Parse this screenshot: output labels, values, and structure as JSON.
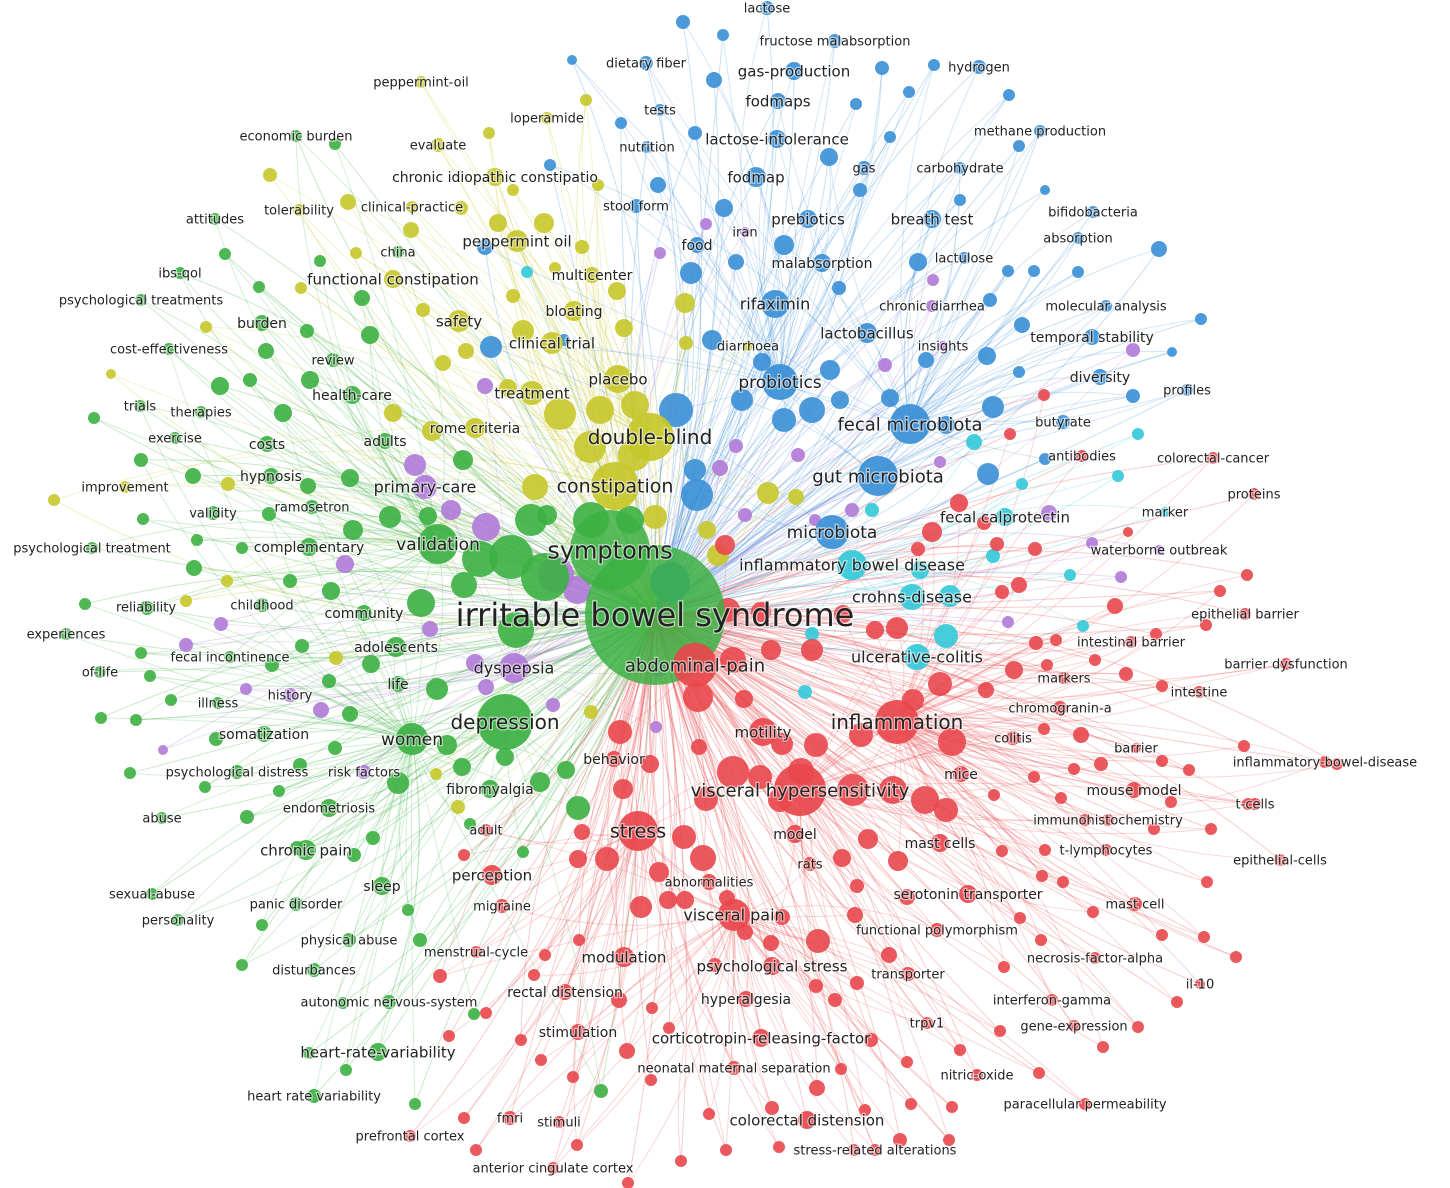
{
  "clusters": {
    "red": {
      "color": "#e8474c"
    },
    "green": {
      "color": "#3cb043"
    },
    "blue": {
      "color": "#3a8fd6"
    },
    "yellow": {
      "color": "#c7c72a"
    },
    "purple": {
      "color": "#b07ad8"
    },
    "cyan": {
      "color": "#33c9d9"
    }
  },
  "terms": [
    {
      "label": "irritable bowel syndrome",
      "cluster": "green"
    },
    {
      "label": "symptoms",
      "cluster": "green"
    },
    {
      "label": "double-blind",
      "cluster": "yellow"
    },
    {
      "label": "constipation",
      "cluster": "yellow"
    },
    {
      "label": "depression",
      "cluster": "green"
    },
    {
      "label": "abdominal-pain",
      "cluster": "red"
    },
    {
      "label": "inflammation",
      "cluster": "red"
    },
    {
      "label": "visceral hypersensitivity",
      "cluster": "red"
    },
    {
      "label": "stress",
      "cluster": "red"
    },
    {
      "label": "gut microbiota",
      "cluster": "blue"
    },
    {
      "label": "fecal microbiota",
      "cluster": "blue"
    },
    {
      "label": "microbiota",
      "cluster": "blue"
    },
    {
      "label": "probiotics",
      "cluster": "blue"
    },
    {
      "label": "inflammatory bowel disease",
      "cluster": "cyan"
    },
    {
      "label": "crohns-disease",
      "cluster": "cyan"
    },
    {
      "label": "ulcerative-colitis",
      "cluster": "cyan"
    },
    {
      "label": "fecal calprotectin",
      "cluster": "cyan"
    },
    {
      "label": "validation",
      "cluster": "green"
    },
    {
      "label": "women",
      "cluster": "green"
    },
    {
      "label": "primary-care",
      "cluster": "purple"
    },
    {
      "label": "dyspepsia",
      "cluster": "purple"
    },
    {
      "label": "motility",
      "cluster": "red"
    },
    {
      "label": "visceral pain",
      "cluster": "red"
    },
    {
      "label": "rifaximin",
      "cluster": "blue"
    },
    {
      "label": "placebo",
      "cluster": "yellow"
    },
    {
      "label": "treatment",
      "cluster": "yellow"
    },
    {
      "label": "rome criteria",
      "cluster": "yellow"
    },
    {
      "label": "clinical trial",
      "cluster": "yellow"
    },
    {
      "label": "safety",
      "cluster": "yellow"
    },
    {
      "label": "bloating",
      "cluster": "yellow"
    },
    {
      "label": "peppermint oil",
      "cluster": "yellow"
    },
    {
      "label": "functional constipation",
      "cluster": "yellow"
    },
    {
      "label": "multicenter",
      "cluster": "yellow"
    },
    {
      "label": "chronic idiopathic constipatio",
      "cluster": "yellow"
    },
    {
      "label": "loperamide",
      "cluster": "yellow"
    },
    {
      "label": "peppermint-oil",
      "cluster": "yellow"
    },
    {
      "label": "evaluate",
      "cluster": "yellow"
    },
    {
      "label": "tolerability",
      "cluster": "yellow"
    },
    {
      "label": "clinical-practice",
      "cluster": "yellow"
    },
    {
      "label": "improvement",
      "cluster": "yellow"
    },
    {
      "label": "lactose",
      "cluster": "blue"
    },
    {
      "label": "fructose malabsorption",
      "cluster": "blue"
    },
    {
      "label": "dietary fiber",
      "cluster": "blue"
    },
    {
      "label": "gas-production",
      "cluster": "blue"
    },
    {
      "label": "hydrogen",
      "cluster": "blue"
    },
    {
      "label": "fodmaps",
      "cluster": "blue"
    },
    {
      "label": "tests",
      "cluster": "blue"
    },
    {
      "label": "lactose-intolerance",
      "cluster": "blue"
    },
    {
      "label": "methane production",
      "cluster": "blue"
    },
    {
      "label": "nutrition",
      "cluster": "blue"
    },
    {
      "label": "gas",
      "cluster": "blue"
    },
    {
      "label": "carbohydrate",
      "cluster": "blue"
    },
    {
      "label": "fodmap",
      "cluster": "blue"
    },
    {
      "label": "stool form",
      "cluster": "blue"
    },
    {
      "label": "prebiotics",
      "cluster": "blue"
    },
    {
      "label": "breath test",
      "cluster": "blue"
    },
    {
      "label": "bifidobacteria",
      "cluster": "blue"
    },
    {
      "label": "iran",
      "cluster": "purple"
    },
    {
      "label": "absorption",
      "cluster": "blue"
    },
    {
      "label": "food",
      "cluster": "blue"
    },
    {
      "label": "lactulose",
      "cluster": "blue"
    },
    {
      "label": "malabsorption",
      "cluster": "blue"
    },
    {
      "label": "chronic diarrhea",
      "cluster": "purple"
    },
    {
      "label": "molecular analysis",
      "cluster": "blue"
    },
    {
      "label": "lactobacillus",
      "cluster": "blue"
    },
    {
      "label": "temporal stability",
      "cluster": "blue"
    },
    {
      "label": "diarrhoea",
      "cluster": "yellow"
    },
    {
      "label": "insights",
      "cluster": "purple"
    },
    {
      "label": "diversity",
      "cluster": "blue"
    },
    {
      "label": "profiles",
      "cluster": "blue"
    },
    {
      "label": "butyrate",
      "cluster": "blue"
    },
    {
      "label": "antibodies",
      "cluster": "red"
    },
    {
      "label": "colorectal-cancer",
      "cluster": "red"
    },
    {
      "label": "proteins",
      "cluster": "red"
    },
    {
      "label": "marker",
      "cluster": "cyan"
    },
    {
      "label": "waterborne outbreak",
      "cluster": "purple"
    },
    {
      "label": "epithelial barrier",
      "cluster": "red"
    },
    {
      "label": "intestinal barrier",
      "cluster": "red"
    },
    {
      "label": "barrier dysfunction",
      "cluster": "red"
    },
    {
      "label": "markers",
      "cluster": "red"
    },
    {
      "label": "intestine",
      "cluster": "red"
    },
    {
      "label": "chromogranin-a",
      "cluster": "red"
    },
    {
      "label": "colitis",
      "cluster": "red"
    },
    {
      "label": "barrier",
      "cluster": "red"
    },
    {
      "label": "inflammatory-bowel-disease",
      "cluster": "red"
    },
    {
      "label": "mice",
      "cluster": "red"
    },
    {
      "label": "mouse model",
      "cluster": "red"
    },
    {
      "label": "t-cells",
      "cluster": "red"
    },
    {
      "label": "immunohistochemistry",
      "cluster": "red"
    },
    {
      "label": "mast cells",
      "cluster": "red"
    },
    {
      "label": "t-lymphocytes",
      "cluster": "red"
    },
    {
      "label": "epithelial-cells",
      "cluster": "red"
    },
    {
      "label": "model",
      "cluster": "red"
    },
    {
      "label": "rats",
      "cluster": "red"
    },
    {
      "label": "serotonin transporter",
      "cluster": "red"
    },
    {
      "label": "mast cell",
      "cluster": "red"
    },
    {
      "label": "functional polymorphism",
      "cluster": "red"
    },
    {
      "label": "necrosis-factor-alpha",
      "cluster": "red"
    },
    {
      "label": "il-10",
      "cluster": "red"
    },
    {
      "label": "transporter",
      "cluster": "red"
    },
    {
      "label": "interferon-gamma",
      "cluster": "red"
    },
    {
      "label": "gene-expression",
      "cluster": "red"
    },
    {
      "label": "trpv1",
      "cluster": "red"
    },
    {
      "label": "nitric-oxide",
      "cluster": "red"
    },
    {
      "label": "paracellular permeability",
      "cluster": "red"
    },
    {
      "label": "stress-related alterations",
      "cluster": "red"
    },
    {
      "label": "colorectal distension",
      "cluster": "red"
    },
    {
      "label": "neonatal maternal separation",
      "cluster": "red"
    },
    {
      "label": "corticotropin-releasing-factor",
      "cluster": "red"
    },
    {
      "label": "hyperalgesia",
      "cluster": "red"
    },
    {
      "label": "psychological stress",
      "cluster": "red"
    },
    {
      "label": "modulation",
      "cluster": "red"
    },
    {
      "label": "abnormalities",
      "cluster": "red"
    },
    {
      "label": "perception",
      "cluster": "red"
    },
    {
      "label": "migraine",
      "cluster": "red"
    },
    {
      "label": "menstrual-cycle",
      "cluster": "red"
    },
    {
      "label": "rectal distension",
      "cluster": "red"
    },
    {
      "label": "stimulation",
      "cluster": "red"
    },
    {
      "label": "fmri",
      "cluster": "red"
    },
    {
      "label": "stimuli",
      "cluster": "red"
    },
    {
      "label": "anterior cingulate cortex",
      "cluster": "red"
    },
    {
      "label": "prefrontal cortex",
      "cluster": "red"
    },
    {
      "label": "behavior",
      "cluster": "red"
    },
    {
      "label": "adult",
      "cluster": "red"
    },
    {
      "label": "fibromyalgia",
      "cluster": "green"
    },
    {
      "label": "endometriosis",
      "cluster": "green"
    },
    {
      "label": "chronic pain",
      "cluster": "green"
    },
    {
      "label": "sleep",
      "cluster": "green"
    },
    {
      "label": "panic disorder",
      "cluster": "green"
    },
    {
      "label": "physical abuse",
      "cluster": "green"
    },
    {
      "label": "disturbances",
      "cluster": "green"
    },
    {
      "label": "autonomic nervous-system",
      "cluster": "green"
    },
    {
      "label": "heart-rate-variability",
      "cluster": "green"
    },
    {
      "label": "heart rate variability",
      "cluster": "green"
    },
    {
      "label": "sexual-abuse",
      "cluster": "green"
    },
    {
      "label": "personality",
      "cluster": "green"
    },
    {
      "label": "abuse",
      "cluster": "green"
    },
    {
      "label": "psychological distress",
      "cluster": "green"
    },
    {
      "label": "risk factors",
      "cluster": "purple"
    },
    {
      "label": "somatization",
      "cluster": "green"
    },
    {
      "label": "illness",
      "cluster": "green"
    },
    {
      "label": "history",
      "cluster": "purple"
    },
    {
      "label": "life",
      "cluster": "green"
    },
    {
      "label": "adolescents",
      "cluster": "green"
    },
    {
      "label": "fecal incontinence",
      "cluster": "green"
    },
    {
      "label": "of-life",
      "cluster": "green"
    },
    {
      "label": "experiences",
      "cluster": "green"
    },
    {
      "label": "reliability",
      "cluster": "green"
    },
    {
      "label": "childhood",
      "cluster": "green"
    },
    {
      "label": "community",
      "cluster": "green"
    },
    {
      "label": "complementary",
      "cluster": "green"
    },
    {
      "label": "psychological treatment",
      "cluster": "green"
    },
    {
      "label": "validity",
      "cluster": "green"
    },
    {
      "label": "ramosetron",
      "cluster": "green"
    },
    {
      "label": "hypnosis",
      "cluster": "green"
    },
    {
      "label": "costs",
      "cluster": "green"
    },
    {
      "label": "exercise",
      "cluster": "green"
    },
    {
      "label": "adults",
      "cluster": "green"
    },
    {
      "label": "health-care",
      "cluster": "green"
    },
    {
      "label": "trials",
      "cluster": "green"
    },
    {
      "label": "therapies",
      "cluster": "green"
    },
    {
      "label": "review",
      "cluster": "green"
    },
    {
      "label": "cost-effectiveness",
      "cluster": "green"
    },
    {
      "label": "burden",
      "cluster": "green"
    },
    {
      "label": "psychological treatments",
      "cluster": "green"
    },
    {
      "label": "ibs-qol",
      "cluster": "green"
    },
    {
      "label": "china",
      "cluster": "green"
    },
    {
      "label": "attitudes",
      "cluster": "green"
    },
    {
      "label": "economic burden",
      "cluster": "green"
    }
  ]
}
